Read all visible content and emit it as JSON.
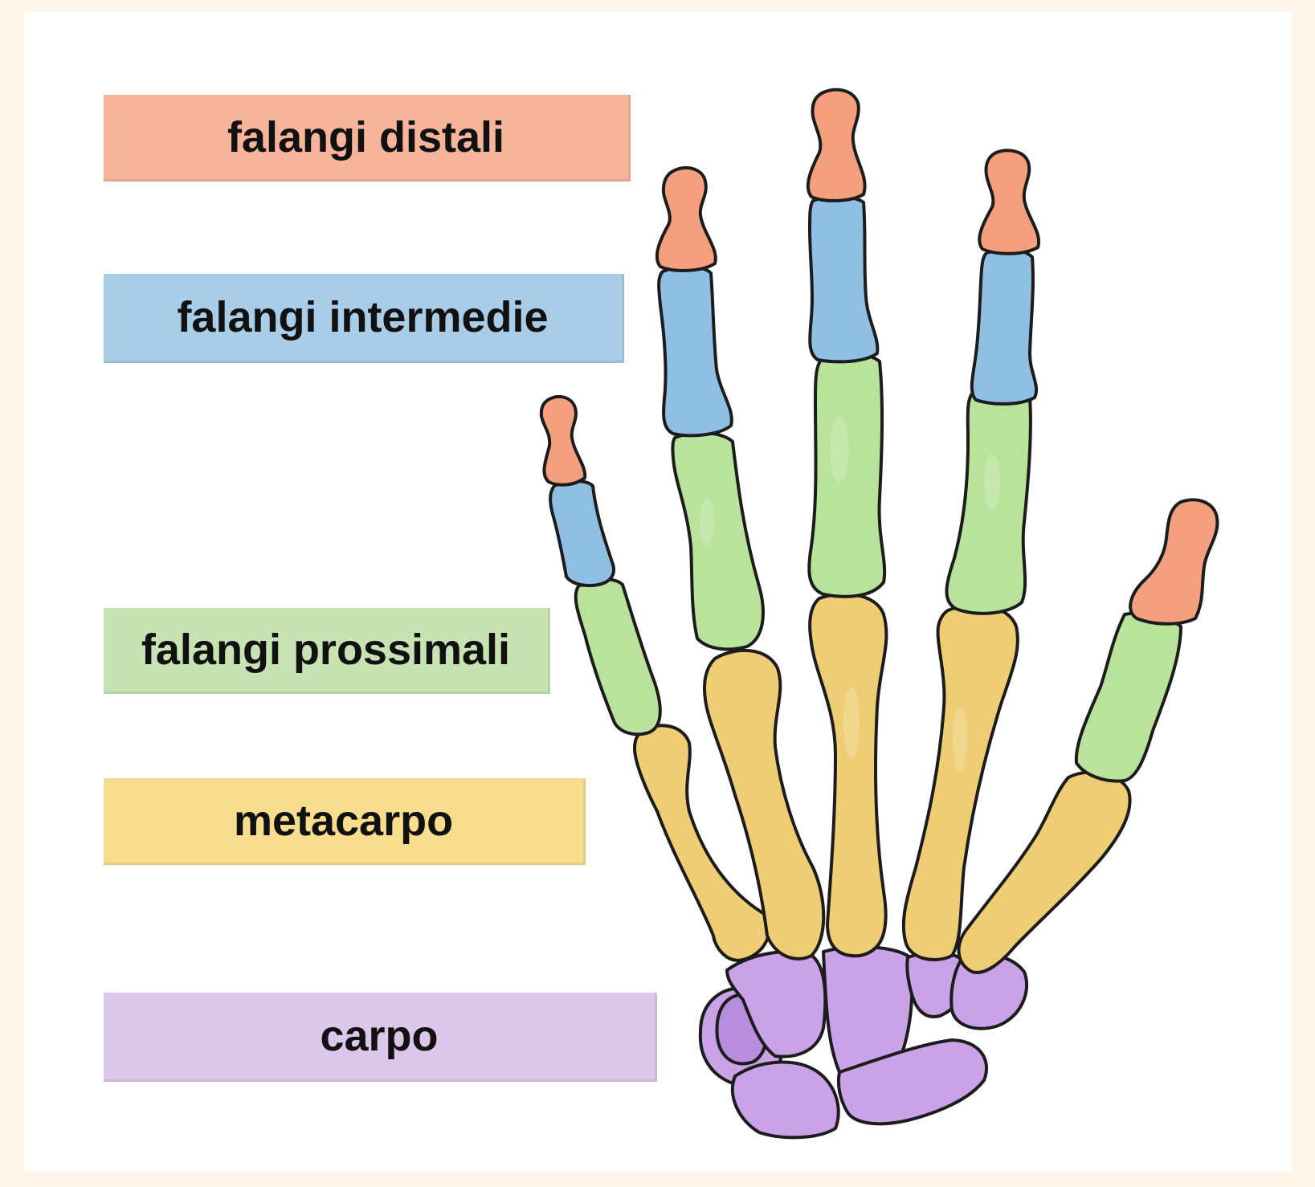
{
  "labels": {
    "distal": "falangi distali",
    "intermediate": "falangi intermedie",
    "proximal": "falangi prossimali",
    "metacarpus": "metacarpo",
    "carpus": "carpo"
  },
  "colors": {
    "background_frame": "#fdf6e8",
    "panel": "#ffffff",
    "distal": "#f6b49a",
    "intermediate": "#a9cde6",
    "proximal": "#c7e3b3",
    "metacarpus": "#f8dd8e",
    "carpus": "#dcc6ea",
    "bone_distal": "#f4a07f",
    "bone_intermediate": "#8fbfe3",
    "bone_proximal": "#b9e39b",
    "bone_metacarpus": "#eecd74",
    "bone_carpus": "#c9a2e8"
  }
}
